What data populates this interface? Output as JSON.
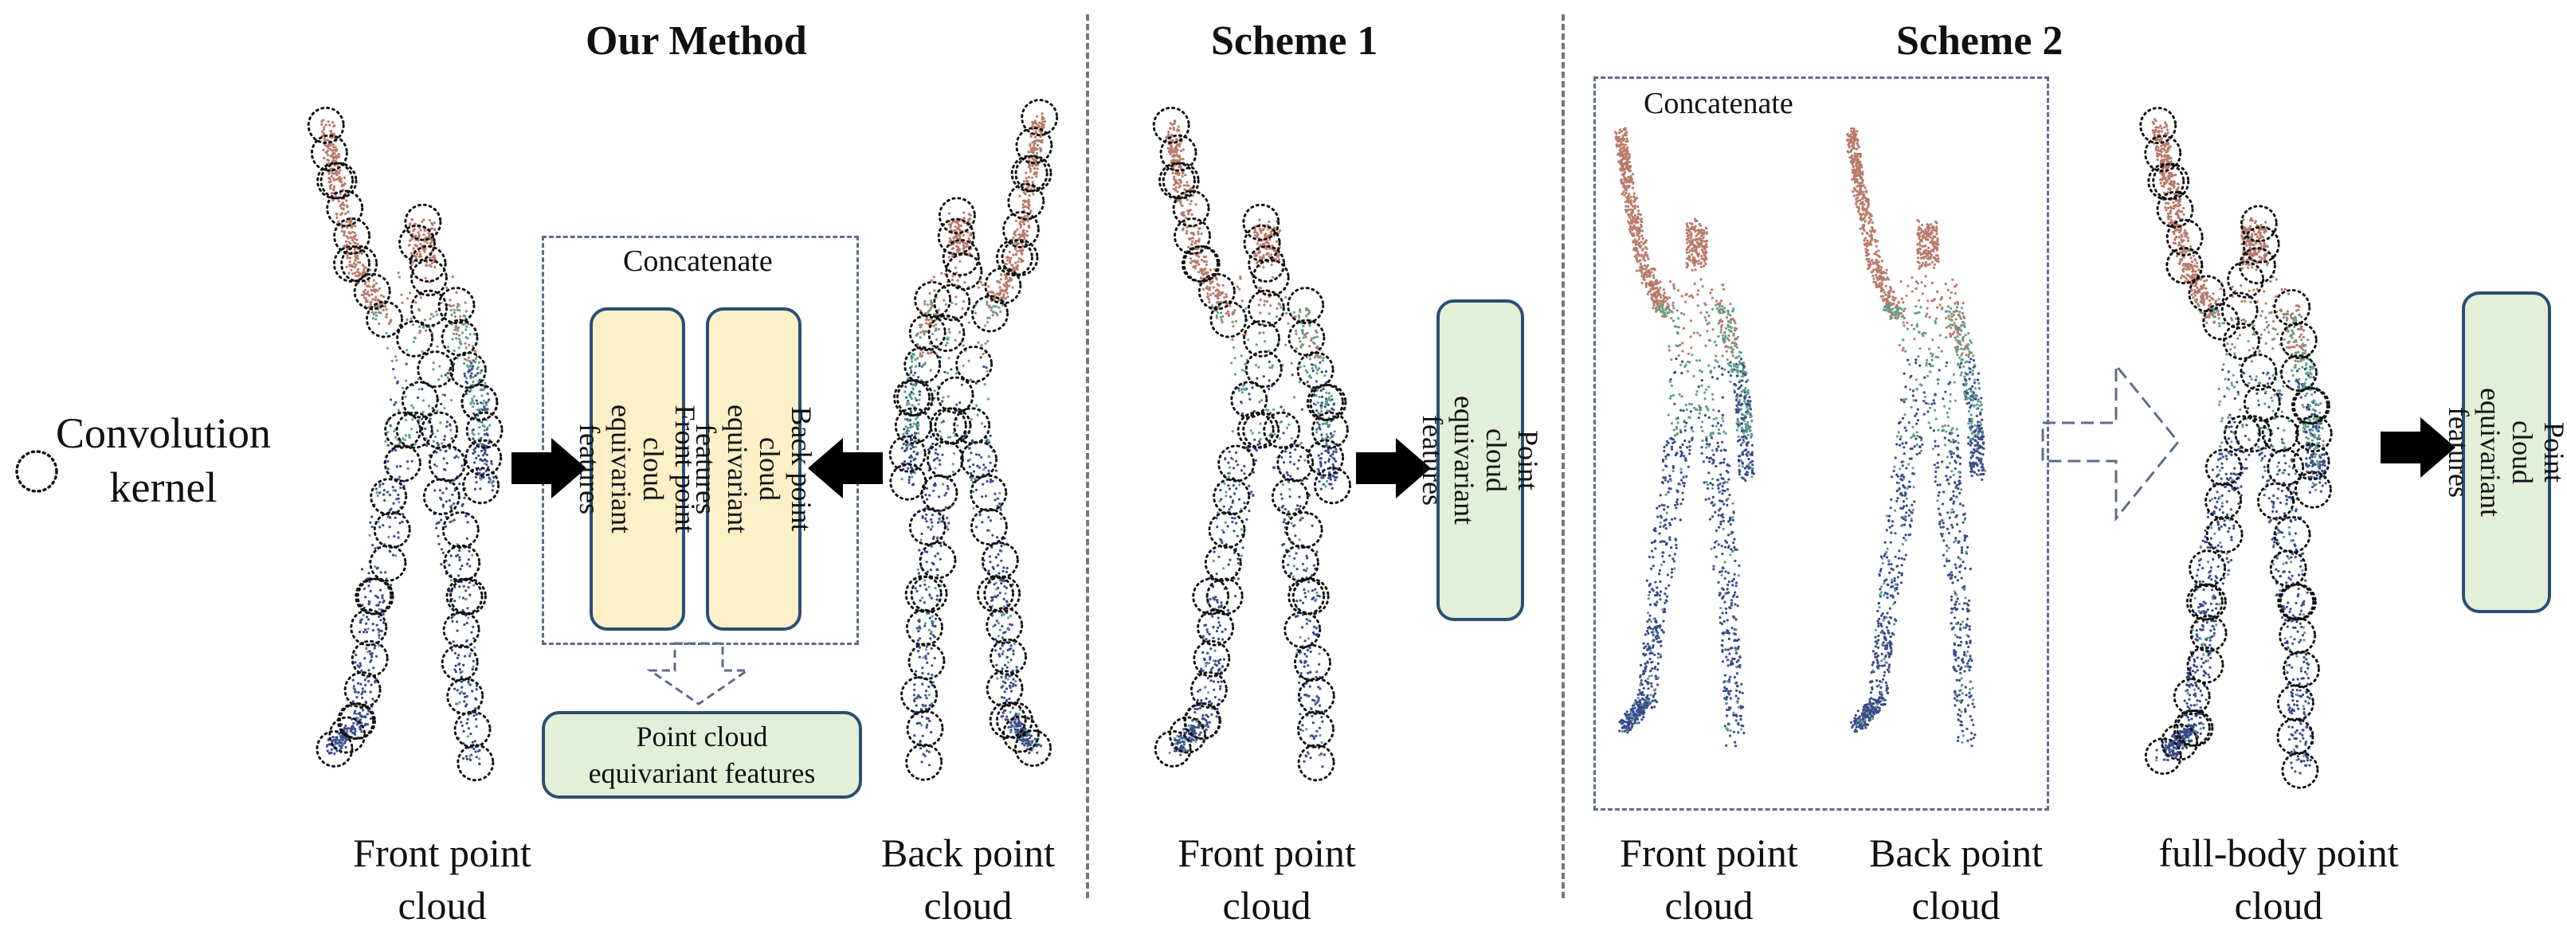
{
  "titles": {
    "our_method": "Our Method",
    "scheme1": "Scheme 1",
    "scheme2": "Scheme 2"
  },
  "legend": {
    "kernel_label": "Convolution\nkernel"
  },
  "our_method": {
    "concat_label": "Concatenate",
    "front_features": "Front point cloud\nequivariant features",
    "back_features": "Back point cloud\nequivariant features",
    "output": "Point cloud\nequivariant features",
    "front_caption": "Front point\ncloud",
    "back_caption": "Back point\ncloud"
  },
  "scheme1": {
    "output": "Point cloud\nequivariant features",
    "front_caption": "Front point\ncloud"
  },
  "scheme2": {
    "concat_label": "Concatenate",
    "front_caption": "Front point\ncloud",
    "back_caption": "Back point\ncloud",
    "full_caption": "full-body point\ncloud",
    "output": "Point cloud\nequivariant features"
  },
  "colors": {
    "orange_box": "#fdefc7",
    "green_box": "#e3f0d8",
    "box_border": "#2b4e74",
    "dashed_border": "#5c6d8c",
    "point_top": "#b87a6a",
    "point_mid": "#5fa08a",
    "point_low": "#3a4a8c"
  },
  "icons": {
    "kernel": "dotted-circle-icon",
    "arrow": "black-arrow-icon",
    "hollow_arrow": "hollow-dashed-arrow-icon",
    "figure": "human-point-cloud-icon"
  }
}
